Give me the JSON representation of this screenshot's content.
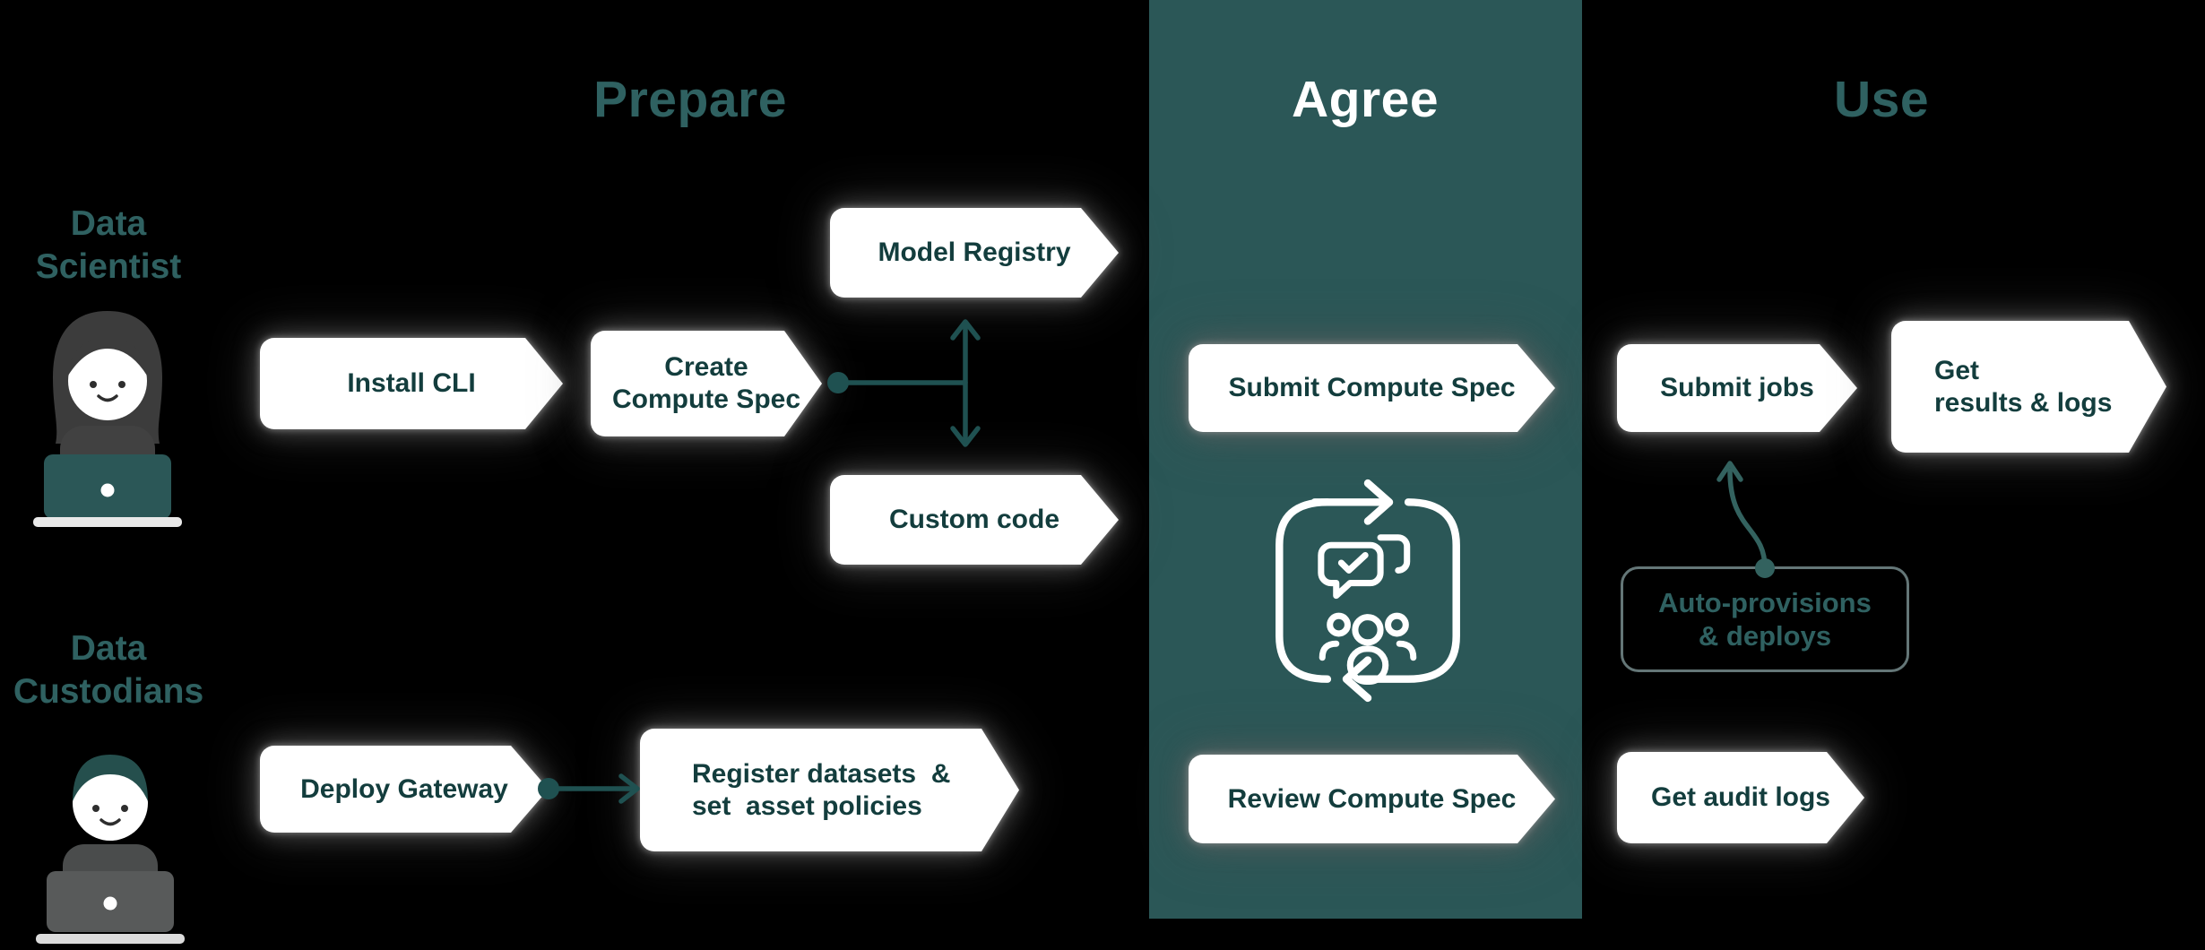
{
  "colors": {
    "background": "#000000",
    "agree_column": "#2b5757",
    "heading_teal": "#2f6161",
    "heading_on_teal": "#ffffff",
    "node_fill": "#ffffff",
    "node_text": "#133d3d",
    "arrow": "#1f5151",
    "pill_border": "#647677",
    "pill_text": "#2f6161"
  },
  "headings": {
    "prepare": "Prepare",
    "agree": "Agree",
    "use": "Use"
  },
  "actors": {
    "data_scientist": {
      "lines": [
        "Data",
        "Scientist"
      ],
      "avatar": "woman-at-laptop-avatar"
    },
    "data_custodians": {
      "lines": [
        "Data",
        "Custodians"
      ],
      "avatar": "man-at-laptop-avatar"
    }
  },
  "nodes": {
    "install_cli": {
      "label": "Install CLI"
    },
    "create_compute_spec": {
      "lines": [
        "Create",
        "Compute Spec"
      ]
    },
    "model_registry": {
      "label": "Model Registry"
    },
    "custom_code": {
      "label": "Custom code"
    },
    "deploy_gateway": {
      "label": "Deploy Gateway"
    },
    "register_datasets": {
      "lines": [
        "Register datasets  &",
        "set  asset policies"
      ]
    },
    "submit_compute_spec": {
      "label": "Submit Compute Spec"
    },
    "review_compute_spec": {
      "label": "Review Compute Spec"
    },
    "submit_jobs": {
      "label": "Submit jobs"
    },
    "get_results": {
      "lines": [
        "Get",
        "results & logs"
      ]
    },
    "auto_provisions": {
      "lines": [
        "Auto-provisions",
        "& deploys"
      ]
    },
    "get_audit_logs": {
      "label": "Get audit logs"
    }
  },
  "icons": {
    "agree_center": "agreement-cycle-icon",
    "branch": "branch-connector-arrows",
    "deploy_arrow": "deploy-to-register-arrow",
    "auto_arrow": "auto-provision-arrow"
  }
}
